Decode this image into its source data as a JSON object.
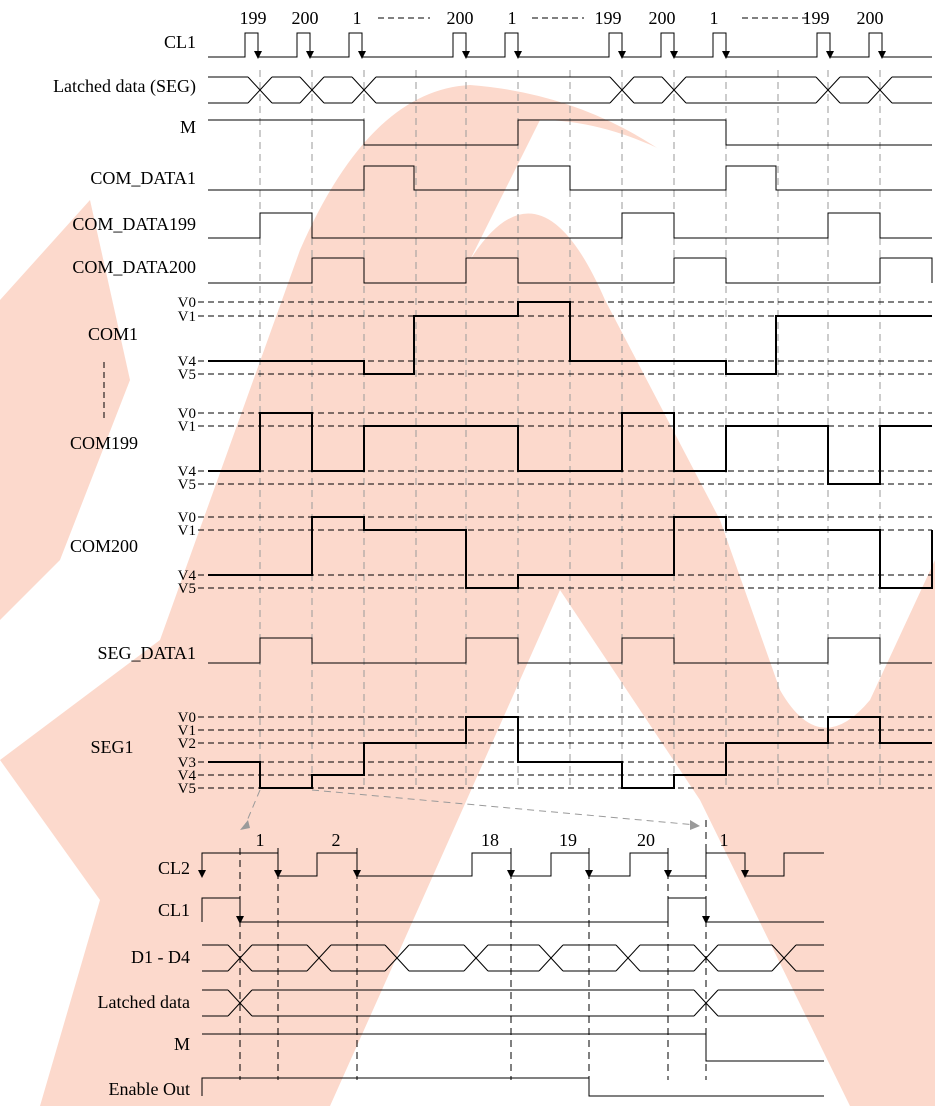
{
  "colors": {
    "watermark": "#fcd9cc",
    "ink": "#000000",
    "guide": "#9a9a9a"
  },
  "top": {
    "labels": [
      "CL1",
      "Latched data (SEG)",
      "M",
      "COM_DATA1",
      "COM_DATA199",
      "COM_DATA200",
      "COM1",
      "COM199",
      "COM200",
      "SEG_DATA1",
      "SEG1"
    ],
    "clock_numbers": [
      "199",
      "200",
      "1",
      "200",
      "1",
      "199",
      "200",
      "1",
      "199",
      "200"
    ],
    "com_levels": [
      "V0",
      "V1",
      "V4",
      "V5"
    ],
    "seg_levels": [
      "V0",
      "V1",
      "V2",
      "V3",
      "V4",
      "V5"
    ]
  },
  "bottom": {
    "labels": [
      "CL2",
      "CL1",
      "D1 - D4",
      "Latched data",
      "M",
      "Enable Out"
    ],
    "clock_numbers": [
      "1",
      "2",
      "18",
      "19",
      "20",
      "1"
    ]
  }
}
